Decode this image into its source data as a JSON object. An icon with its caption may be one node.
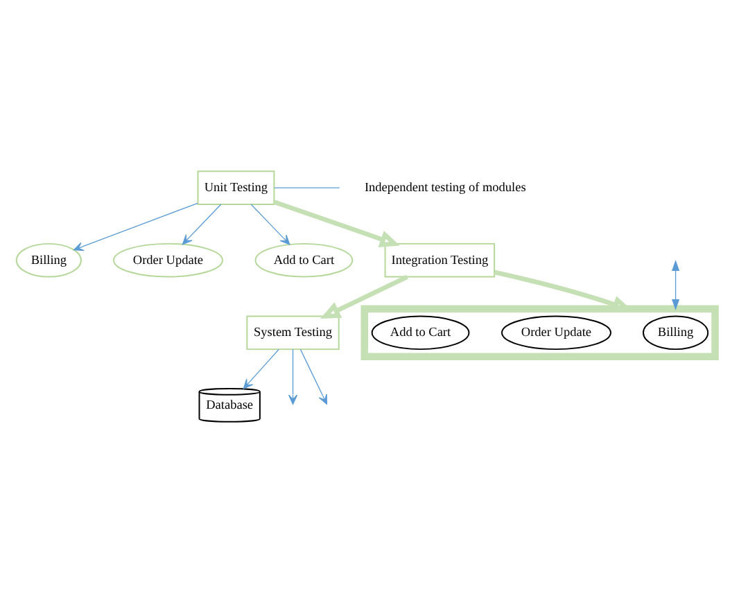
{
  "diagram": {
    "nodes": [
      {
        "text": [
          "Billing"
        ]
      },
      {
        "text": [
          "Order Update"
        ]
      },
      {
        "text": [
          "Add to Cart"
        ]
      },
      {
        "text": [
          "Unit Testing"
        ]
      },
      {
        "text": [
          "Independent testing of modules"
        ]
      },
      {
        "text": [
          "Integration Testing"
        ]
      },
      {
        "text": [
          "System Testing"
        ]
      },
      {
        "text": [],
        "shape": "box"
      },
      {
        "text": [
          "Billing"
        ],
        "in": 7
      },
      {
        "text": [
          "Order Update"
        ],
        "in": 7
      },
      {
        "text": [
          "Add to Cart"
        ],
        "in": 7
      },
      {
        "text": [
          "Database"
        ]
      }
    ],
    "edges": [
      {
        "from": 3,
        "to": 0,
        "arrow": "to"
      },
      {
        "from": 3,
        "to": 1,
        "arrow": "to"
      },
      {
        "from": 3,
        "to": 2,
        "arrow": "to"
      },
      {
        "from": 3,
        "to": 4,
        "arrow": "none"
      },
      {
        "from": 3,
        "to": 5,
        "arrow": "to",
        "style": "thick",
        "color": "#c5e0b4"
      },
      {
        "from": 5,
        "to": 6,
        "arrow": "to",
        "style": "thick",
        "color": "#c5e0b4"
      },
      {
        "from": 5,
        "to": 7,
        "arrow": "to",
        "style": "thick",
        "color": "#c5e0b4"
      },
      {
        "from": 6,
        "to": null,
        "arrow": "to"
      },
      {
        "from": 6,
        "to": 11,
        "arrow": "to"
      },
      {
        "from": 6,
        "to": null,
        "arrow": "to"
      },
      {
        "from": null,
        "to": 7,
        "arrow": "both"
      }
    ]
  }
}
